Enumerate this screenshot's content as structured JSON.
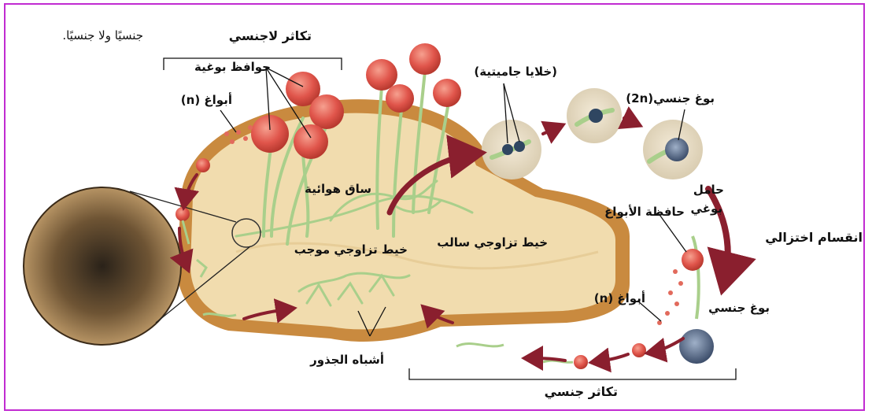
{
  "labels": {
    "top_note": "جنسيًا ولا جنسيًا.",
    "asexual_reproduction": "تكاثر لاجنسي",
    "sporangia": "حوافظ بوغية",
    "spores_n_left": "أبواغ (n)",
    "gametangia": "(خلايا جاميتية)",
    "zygospore_2n": "بوغ جنسي(2n)",
    "stolon": "ساق هوائية",
    "plus_hypha": "خيط تزاوجي موجب",
    "minus_hypha": "خيط تزاوجي سالب",
    "sporangiophore_line1": "حامل",
    "sporangiophore_line2": "بوغي",
    "sporangium": "حافظة الأبواغ",
    "meiosis": "انقسام اختزالي",
    "spores_n_right": "أبواغ (n)",
    "zygospore": "بوغ جنسي",
    "rhizoids": "أشباه الجذور",
    "sexual_reproduction": "تكاثر جنسي"
  },
  "colors": {
    "frame": "#c12bd1",
    "arrow": "#8a1f2e",
    "sporangium": "#e0554b",
    "hypha": "#a9cf8b",
    "bread_crust": "#c98a3f",
    "bread_crumb": "#f1dcae",
    "zygospore": "#5a6d8a"
  }
}
